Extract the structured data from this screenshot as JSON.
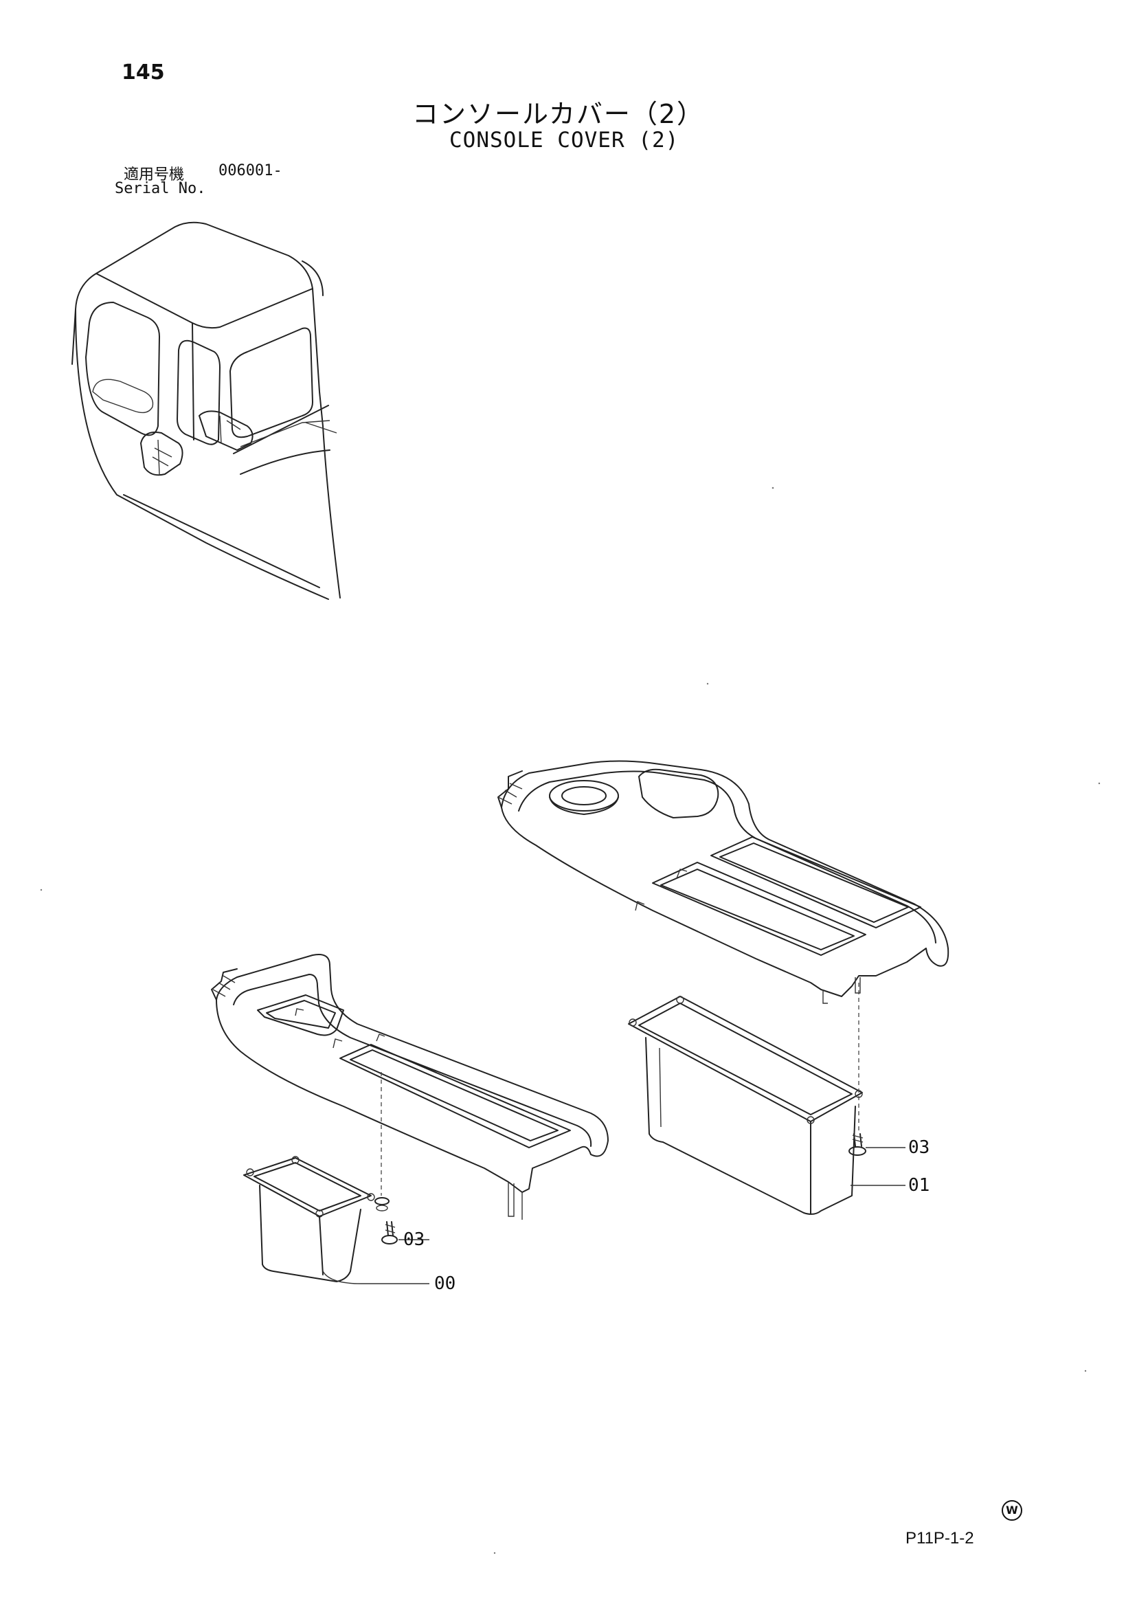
{
  "header": {
    "page_number": "145",
    "title_jp": "コンソールカバー（2）",
    "title_en": "CONSOLE COVER (2)"
  },
  "serial": {
    "label_jp": "適用号機",
    "value": "006001-",
    "label_en": "Serial No."
  },
  "callouts": {
    "left_screw": "03",
    "left_box": "00",
    "right_screw": "03",
    "right_box": "01"
  },
  "footer": {
    "mark": "W",
    "drawing_code": "P11P-1-2"
  }
}
